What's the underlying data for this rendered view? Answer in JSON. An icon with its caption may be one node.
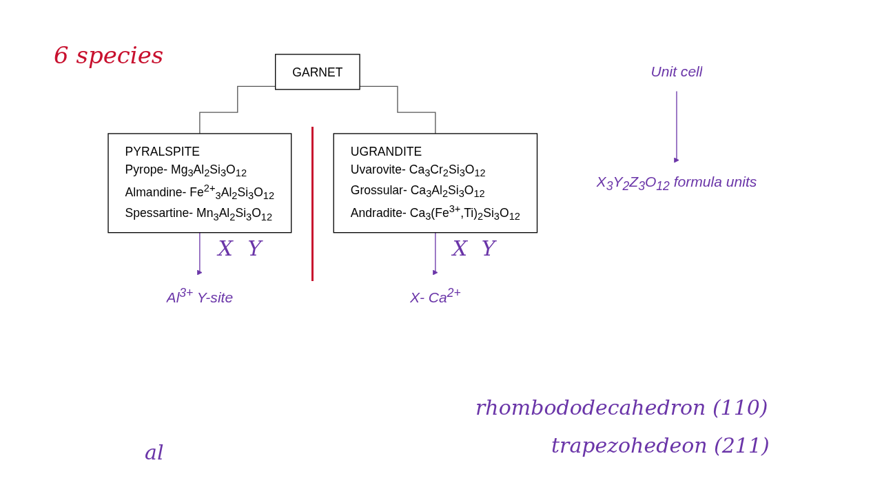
{
  "diagram": {
    "nodes": [
      {
        "text": [
          "GARNET"
        ]
      },
      {
        "text": [
          "PYRALSPITE",
          "Pyrope- Mg$_{3}$Al$_{2}$Si$_{3}$O$_{12}$",
          "Almandine- Fe$^{2+}$$_{3}$Al$_{2}$Si$_{3}$O$_{12}$",
          "Spessartine- Mn$_{3}$Al$_{2}$Si$_{3}$O$_{12}$"
        ],
        "beside": [
          "X",
          "Y"
        ]
      },
      {
        "text": [
          "UGRANDITE",
          "Uvarovite- Ca$_{3}$Cr$_{2}$Si$_{3}$O$_{12}$",
          "Grossular- Ca$_{3}$Al$_{2}$Si$_{3}$O$_{12}$",
          "Andradite- Ca$_{3}$(Fe$^{3+}$,Ti)$_{2}$Si$_{3}$O$_{12}$"
        ],
        "beside": [
          "X",
          "Y"
        ]
      },
      {
        "text": [
          "X- Ca$^{2+}$"
        ]
      },
      {
        "text": [
          "Al$^{3+}$ Y-site"
        ]
      },
      {
        "text": [
          "Unit cell"
        ]
      },
      {
        "text": [
          "X$_{3}$Y$_{2}$Z$_{3}$O$_{12}$ formula units"
        ]
      }
    ],
    "edges": [
      {
        "from": 0,
        "to": 1,
        "arrow": "none",
        "color": "#555555"
      },
      {
        "from": 0,
        "to": 2,
        "arrow": "none",
        "color": "#555555"
      },
      {
        "from": 2,
        "to": 3,
        "arrow": "to",
        "color": "#6a35a8"
      },
      {
        "from": 1,
        "to": 4,
        "arrow": "to",
        "color": "#6a35a8"
      },
      {
        "from": 5,
        "to": 6,
        "arrow": "to",
        "color": "#6a35a8"
      }
    ],
    "labels": [
      "6 species",
      "al",
      "rhombododecahedron (110)",
      "trapezohedeon (211)"
    ]
  }
}
